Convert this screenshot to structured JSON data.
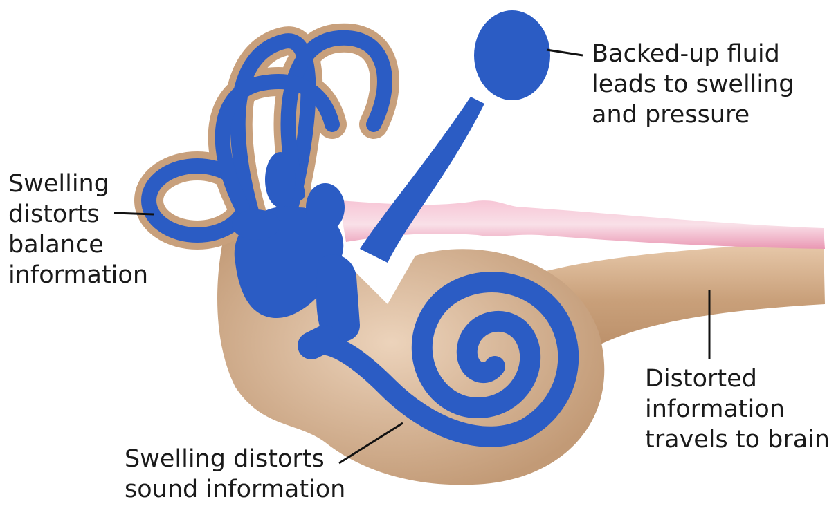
{
  "title": "Inner ear swelling diagram",
  "colors": {
    "fluid": "#2b5cc4",
    "bone": "#c8a07c",
    "bone_light": "#e6c9ad",
    "nerve_pink": "#f2a9c2",
    "line": "#111111"
  },
  "labels": {
    "fluid": "Backed-up fluid\nleads to swelling\nand pressure",
    "balance": "Swelling\ndistorts\nbalance\ninformation",
    "brain": "Distorted\ninformation\ntravels to brain",
    "sound": "Swelling distorts\nsound information"
  }
}
